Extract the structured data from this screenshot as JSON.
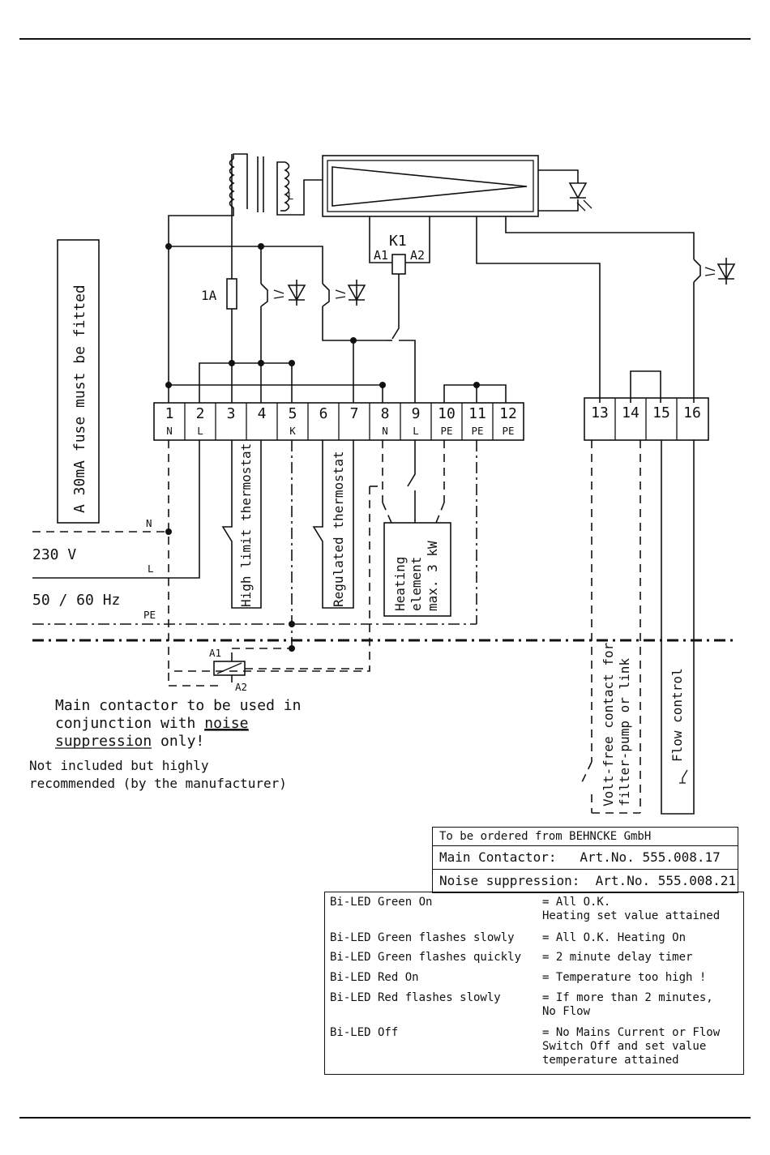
{
  "fuse_note": "A 30mA fuse must be fitted",
  "supply": {
    "voltage": "230 V",
    "frequency": "50 / 60 Hz",
    "n": "N",
    "l": "L",
    "pe": "PE"
  },
  "fuse_label": "1A",
  "relay": {
    "name": "K1",
    "a1": "A1",
    "a2": "A2"
  },
  "transformer_tap": "L",
  "terminals_left": [
    {
      "num": "1",
      "sub": "N"
    },
    {
      "num": "2",
      "sub": "L"
    },
    {
      "num": "3",
      "sub": ""
    },
    {
      "num": "4",
      "sub": ""
    },
    {
      "num": "5",
      "sub": "K"
    },
    {
      "num": "6",
      "sub": ""
    },
    {
      "num": "7",
      "sub": ""
    },
    {
      "num": "8",
      "sub": "N"
    },
    {
      "num": "9",
      "sub": "L"
    },
    {
      "num": "10",
      "sub": "PE"
    },
    {
      "num": "11",
      "sub": "PE"
    },
    {
      "num": "12",
      "sub": "PE"
    }
  ],
  "terminals_right": [
    "13",
    "14",
    "15",
    "16"
  ],
  "high_limit": "High limit thermostat",
  "regulated": "Regulated thermostat",
  "heating": [
    "Heating",
    "element",
    "max. 3 kW"
  ],
  "contactor": {
    "a1": "A1",
    "a2": "A2",
    "note_line1": "Main contactor to be used in",
    "note_line2_a": "conjunction with ",
    "note_line2_b": "noise",
    "note_line3_a": "suppression",
    "note_line3_b": " only!"
  },
  "not_included": [
    "Not included but highly",
    "recommended (by the manufacturer)"
  ],
  "volt_free": [
    "Volt-free contact for",
    "filter-pump or link"
  ],
  "flow_control": "Flow control",
  "order": {
    "header": "To be ordered from BEHNCKE GmbH",
    "main": "Main Contactor:   Art.No. 555.008.17",
    "noise": "Noise suppression:  Art.No. 555.008.21"
  },
  "led_table": [
    {
      "state": "Bi-LED Green On",
      "meaning": "= All O.K.\n  Heating set value attained"
    },
    {
      "state": "Bi-LED Green flashes slowly",
      "meaning": "= All O.K. Heating On"
    },
    {
      "state": "Bi-LED Green flashes quickly",
      "meaning": "= 2 minute delay timer"
    },
    {
      "state": "Bi-LED Red On",
      "meaning": "= Temperature too high !"
    },
    {
      "state": "Bi-LED Red flashes slowly",
      "meaning": "= If more than 2 minutes,\n  No Flow"
    },
    {
      "state": "Bi-LED Off",
      "meaning": "= No Mains Current or Flow\n  Switch Off and set value\n  temperature attained"
    }
  ]
}
